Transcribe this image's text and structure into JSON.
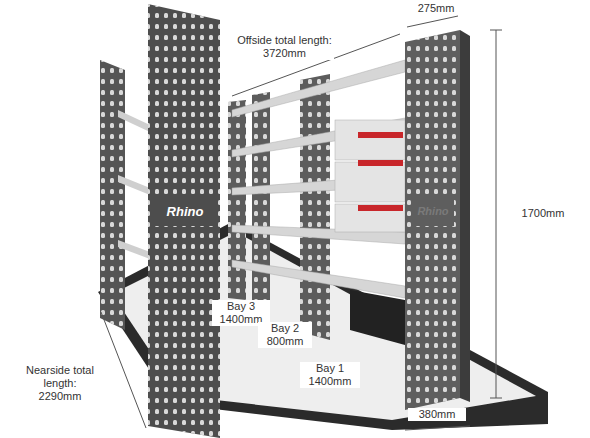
{
  "diagram": {
    "labels": [
      "Offside total length: 3720mm",
      "275mm",
      "1700mm",
      "Rhino",
      "Rhino",
      "Bay 3 1400mm",
      "Bay 2 800mm",
      "Bay 1 1400mm",
      "Nearside total length: 2290mm",
      "380mm"
    ]
  }
}
